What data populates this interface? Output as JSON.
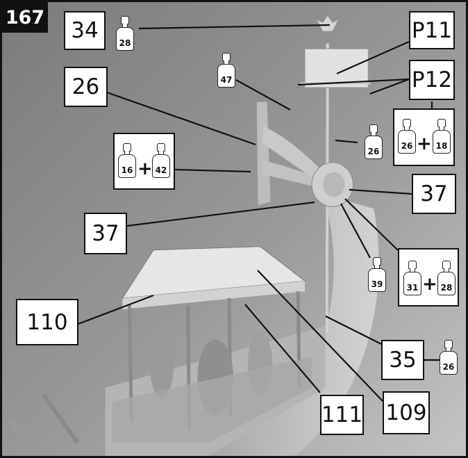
{
  "step_number": "167",
  "callouts": {
    "part_34": "34",
    "part_p11": "P11",
    "part_p12": "P12",
    "part_26": "26",
    "part_37_right": "37",
    "part_37_left": "37",
    "part_110": "110",
    "part_111": "111",
    "part_109": "109",
    "part_35": "35"
  },
  "paints": {
    "bottle_top": "28",
    "bottle_47": "47",
    "bottle_26_mast": "26",
    "mix_p12": [
      "26",
      "18"
    ],
    "mix_left": [
      "16",
      "42"
    ],
    "bottle_39": "39",
    "mix_right": [
      "31",
      "28"
    ],
    "bottle_35": "26",
    "plus_sign": "+"
  },
  "icons": {
    "paint_bottle": "paint-bottle-icon"
  }
}
